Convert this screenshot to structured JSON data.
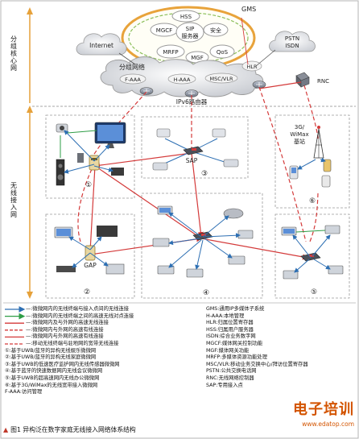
{
  "side_labels": {
    "core": "分组核心网",
    "access": "无线接入网"
  },
  "core": {
    "gms": "GMS",
    "hss": "HSS",
    "mgcf": "MGCF",
    "sip_line1": "SIP",
    "sip_line2": "服务器",
    "security": "安全",
    "mrfp": "MRFP",
    "mgf": "MGF",
    "qos": "QoS",
    "internet": "Internet",
    "pstn_line1": "PSTN",
    "pstn_line2": "ISDN",
    "packet_domain": "分组网络",
    "faaa": "F-AAA",
    "haaa": "H-AAA",
    "mscvlr": "MSC/VLR",
    "hlr": "HLR",
    "rnc": "RNC",
    "ipv6_router": "IPv6路由器"
  },
  "access": {
    "sap": "SAP",
    "gap": "GAP",
    "bs_line1": "3G/",
    "bs_line2": "WiMax",
    "bs_line3": "基站",
    "n1": "①",
    "n2": "②",
    "n3": "③",
    "n4": "④",
    "n5": "⑤",
    "n6": "⑥"
  },
  "legend_left": [
    "—:微微网内的无线终端与接入点间的无线连接",
    "—:微微网内的无线终端之间的高速无线对点连接",
    "—:微微网内及与外网的高速无线连接",
    "—:微微网内与外网的高速有线连接",
    "—:微微网内与外网的高速有线连接",
    "—:移动无线终端与驻地网的宽带无线连接",
    "①:基于UWB/蓝牙的异构无线娱乐微微网",
    "②:基于UWB/蓝牙的异构无线家庭微微网",
    "③:基于UWB的低速医疗监护网内无线传感器微微网",
    "④:基于蓝牙的快速数据网内无线会议微微网",
    "⑤:基于UWB的超高速网内无线办公微微网",
    "⑥:基于3G/WiMax的无线宽带接入微微网",
    "F-AAA:访问管理"
  ],
  "legend_right": [
    "GMS:通用IP多媒体子系统",
    "H-AAA:本地管理",
    "HLR:归属位置寄存器",
    "HSS:归属用户服务器",
    "ISDN:综合业务数字网",
    "MGCF:媒体网关控制功能",
    "MGF:媒体网关功能",
    "MRFP:多媒体资源功能处理",
    "MSC/VLR:移动业务交换中心/拜访位置寄存器",
    "PSTN:公共交换电话网",
    "RNC:无线网络控制器",
    "SAP:专用接入点"
  ],
  "caption": "图1  异构泛在数字家庭无线接入网络体系结构",
  "caption_mark": "▲",
  "watermark": "电子培训",
  "watermark_url": "www.edatop.com",
  "colors": {
    "blue_link": "#2d6fb3",
    "green_link": "#2e9d46",
    "red_link": "#d43a3a",
    "red_dashed": "#d43a3a",
    "gms_ring": "#e8a33b",
    "gms_ring_inner": "#8bbf5a"
  }
}
